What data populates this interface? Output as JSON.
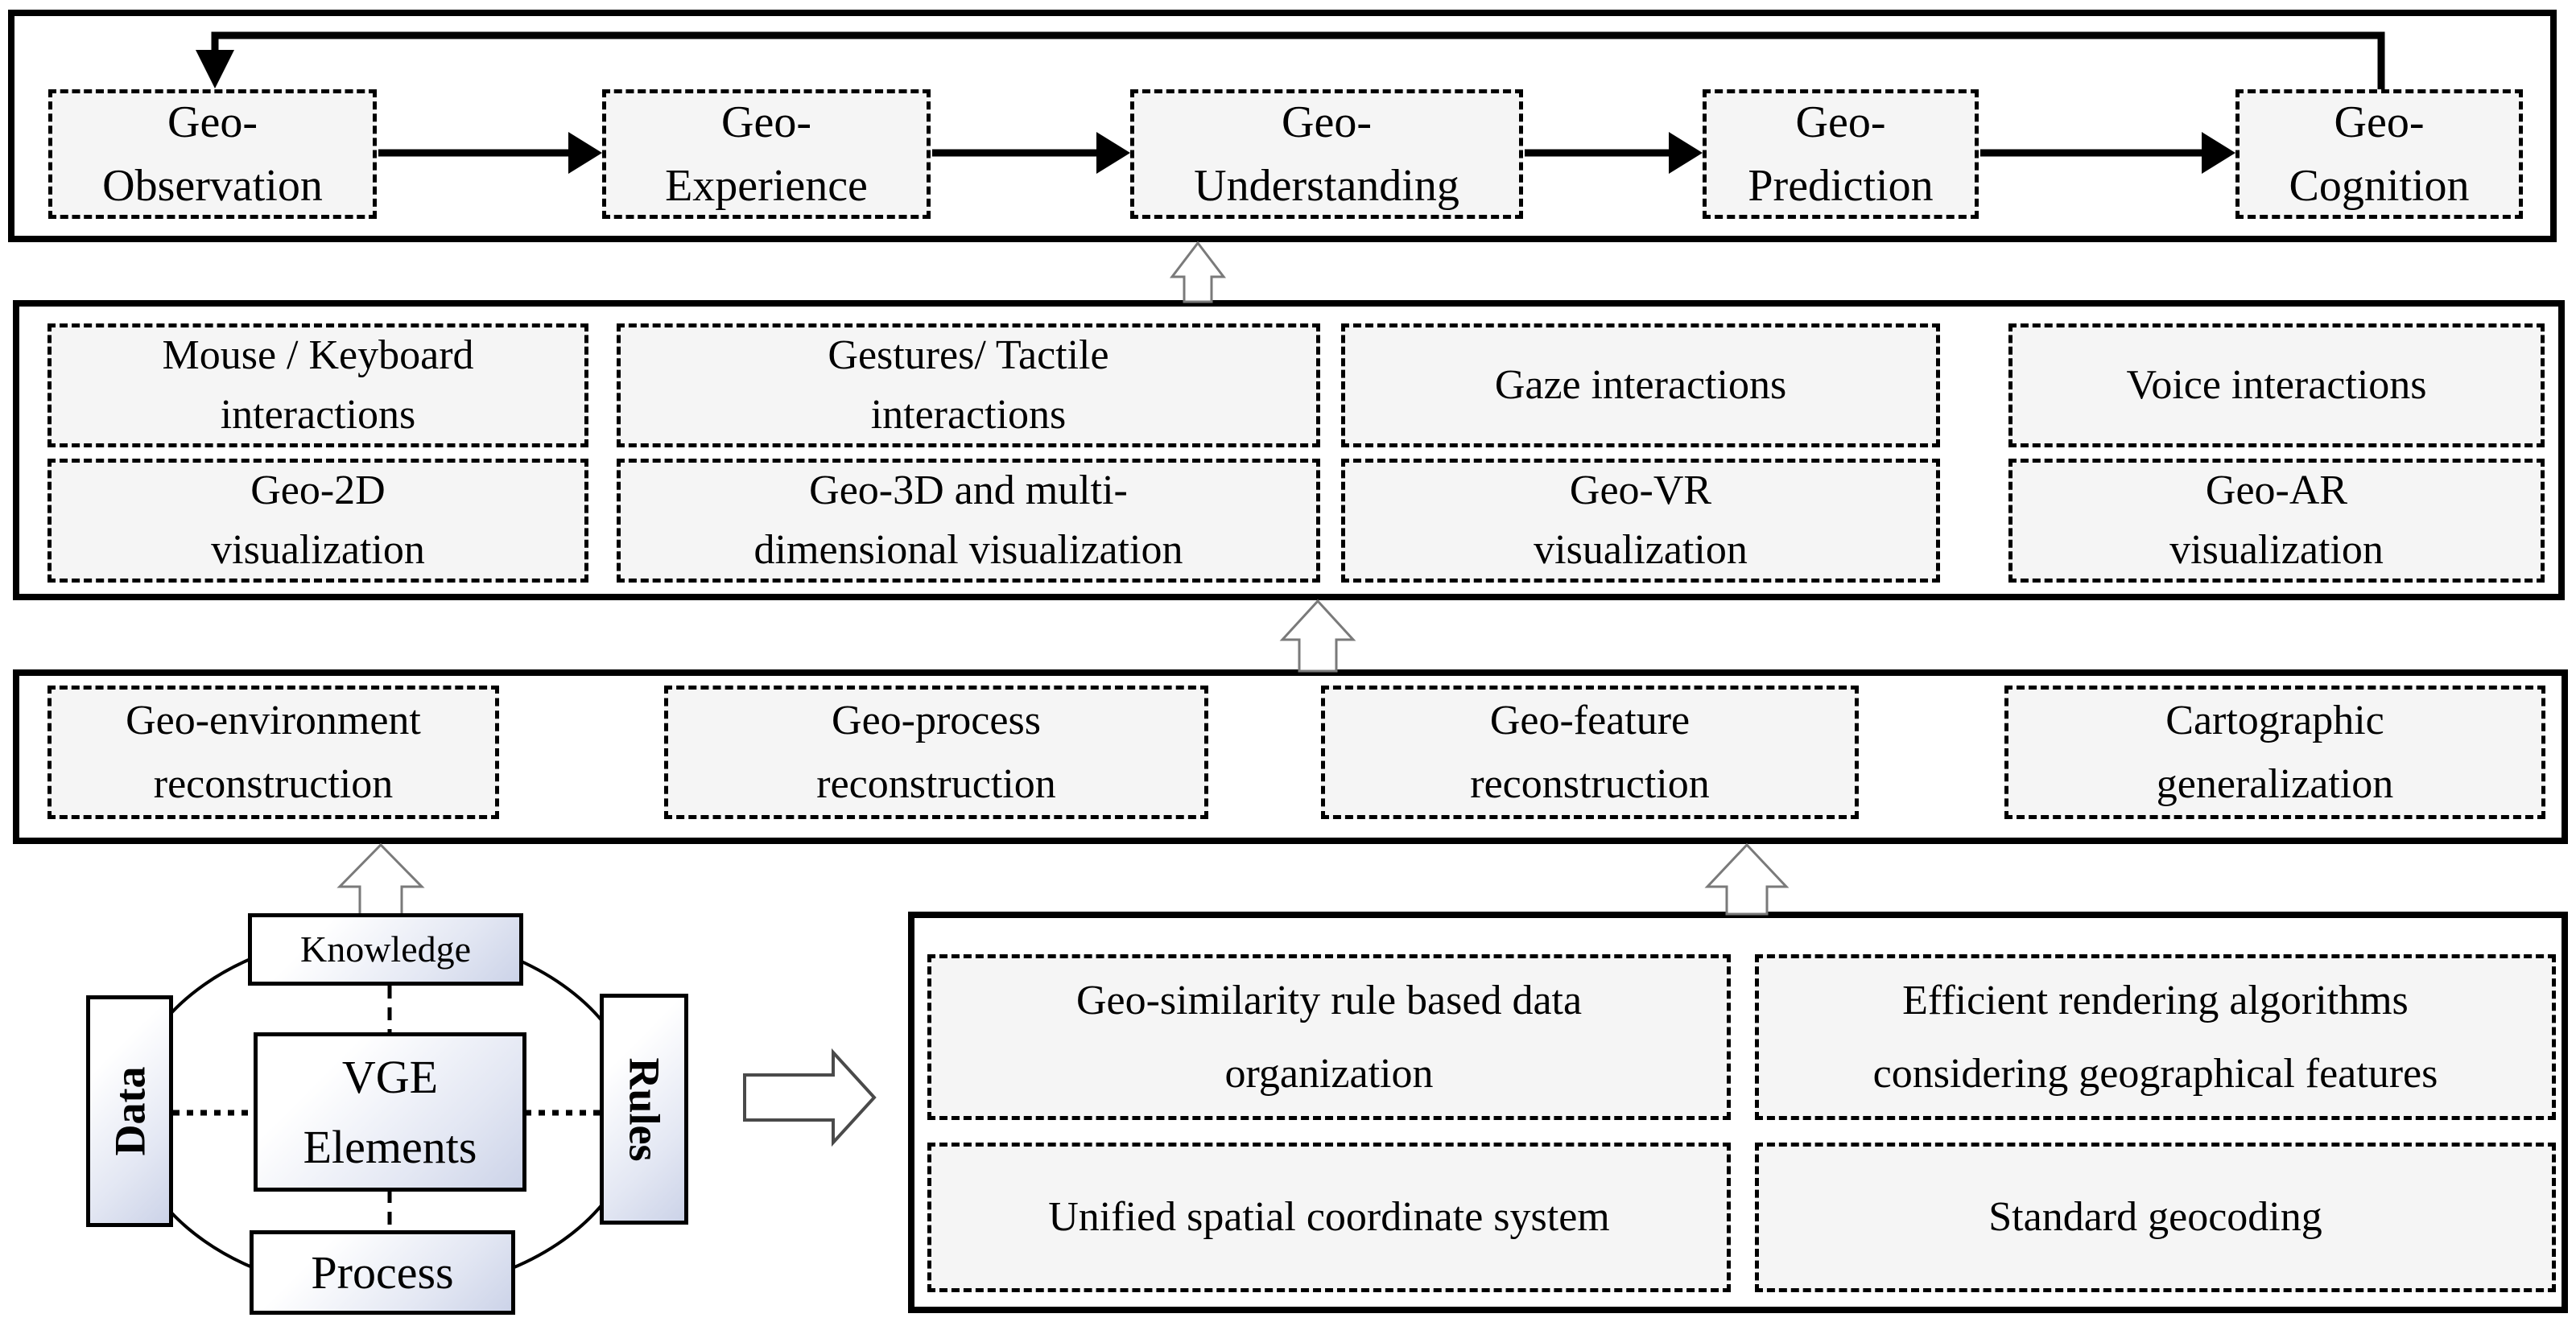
{
  "colors": {
    "background": "#ffffff",
    "box_fill": "#f5f5f5",
    "border": "#000000",
    "hollow_arrow_stroke": "#7a7a7a",
    "gradient_from": "#ffffff",
    "gradient_to": "#ccd3e8"
  },
  "icons": {
    "up_arrow": "hollow-up-arrow",
    "right_arrow": "hollow-right-arrow",
    "flow_arrow": "solid-right-arrow",
    "feedback_arrow": "feedback-loop-arrow"
  },
  "cognition_cycle": {
    "stages": [
      {
        "label": "Geo-\nObservation"
      },
      {
        "label": "Geo-\nExperience"
      },
      {
        "label": "Geo-\nUnderstanding"
      },
      {
        "label": "Geo-\nPrediction"
      },
      {
        "label": "Geo-\nCognition"
      }
    ]
  },
  "interaction_layer": {
    "interactions": [
      {
        "label": "Mouse / Keyboard\ninteractions"
      },
      {
        "label": "Gestures/ Tactile\ninteractions"
      },
      {
        "label": "Gaze interactions"
      },
      {
        "label": "Voice interactions"
      }
    ],
    "visualizations": [
      {
        "label": "Geo-2D\nvisualization"
      },
      {
        "label": "Geo-3D and multi-\ndimensional visualization"
      },
      {
        "label": "Geo-VR\nvisualization"
      },
      {
        "label": "Geo-AR\nvisualization"
      }
    ]
  },
  "reconstruction_layer": {
    "items": [
      {
        "label": "Geo-environment\nreconstruction"
      },
      {
        "label": "Geo-process\nreconstruction"
      },
      {
        "label": "Geo-feature\nreconstruction"
      },
      {
        "label": "Cartographic\ngeneralization"
      }
    ]
  },
  "vge_core": {
    "knowledge": "Knowledge",
    "data": "Data",
    "rules": "Rules",
    "process": "Process",
    "center": "VGE\nElements"
  },
  "data_management": {
    "items": [
      {
        "label": "Geo-similarity rule based data\norganization"
      },
      {
        "label": "Efficient rendering algorithms\nconsidering geographical features"
      },
      {
        "label": "Unified spatial coordinate system"
      },
      {
        "label": "Standard geocoding"
      }
    ]
  }
}
